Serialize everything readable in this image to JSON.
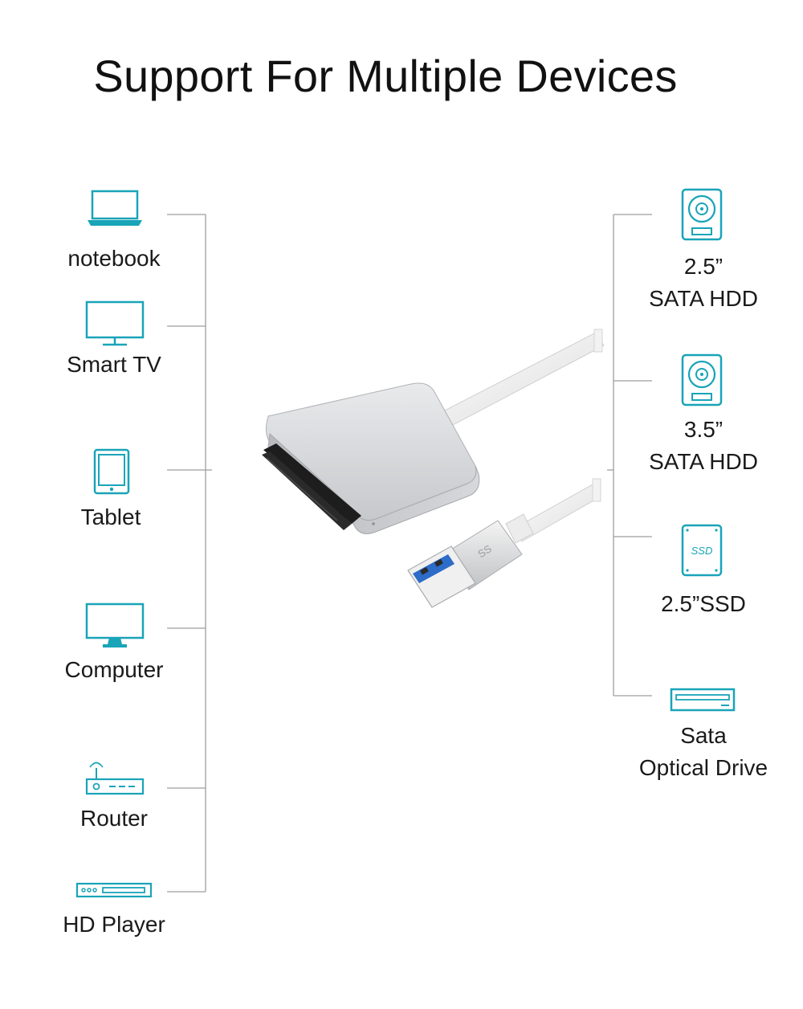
{
  "title": "Support For Multiple Devices",
  "colors": {
    "icon": "#19a4b8",
    "line": "#9e9e9e",
    "adapter": "#c9cbce"
  },
  "left_devices": [
    {
      "label": "notebook",
      "icon": "laptop-icon"
    },
    {
      "label": "Smart TV",
      "icon": "tv-icon"
    },
    {
      "label": "Tablet",
      "icon": "tablet-icon"
    },
    {
      "label": "Computer",
      "icon": "monitor-icon"
    },
    {
      "label": "Router",
      "icon": "router-icon"
    },
    {
      "label": "HD Player",
      "icon": "hd-player-icon"
    }
  ],
  "right_devices": [
    {
      "line1": "2.5”",
      "line2": "SATA HDD",
      "icon": "hdd-icon"
    },
    {
      "line1": "3.5”",
      "line2": "SATA HDD",
      "icon": "hdd-icon"
    },
    {
      "line1": "2.5”SSD",
      "icon": "ssd-icon",
      "icon_text": "SSD"
    },
    {
      "line1": "Sata",
      "line2": "Optical Drive",
      "icon": "optical-drive-icon"
    }
  ],
  "product": {
    "name": "sata-usb-adapter",
    "usb_mark": "SS"
  }
}
